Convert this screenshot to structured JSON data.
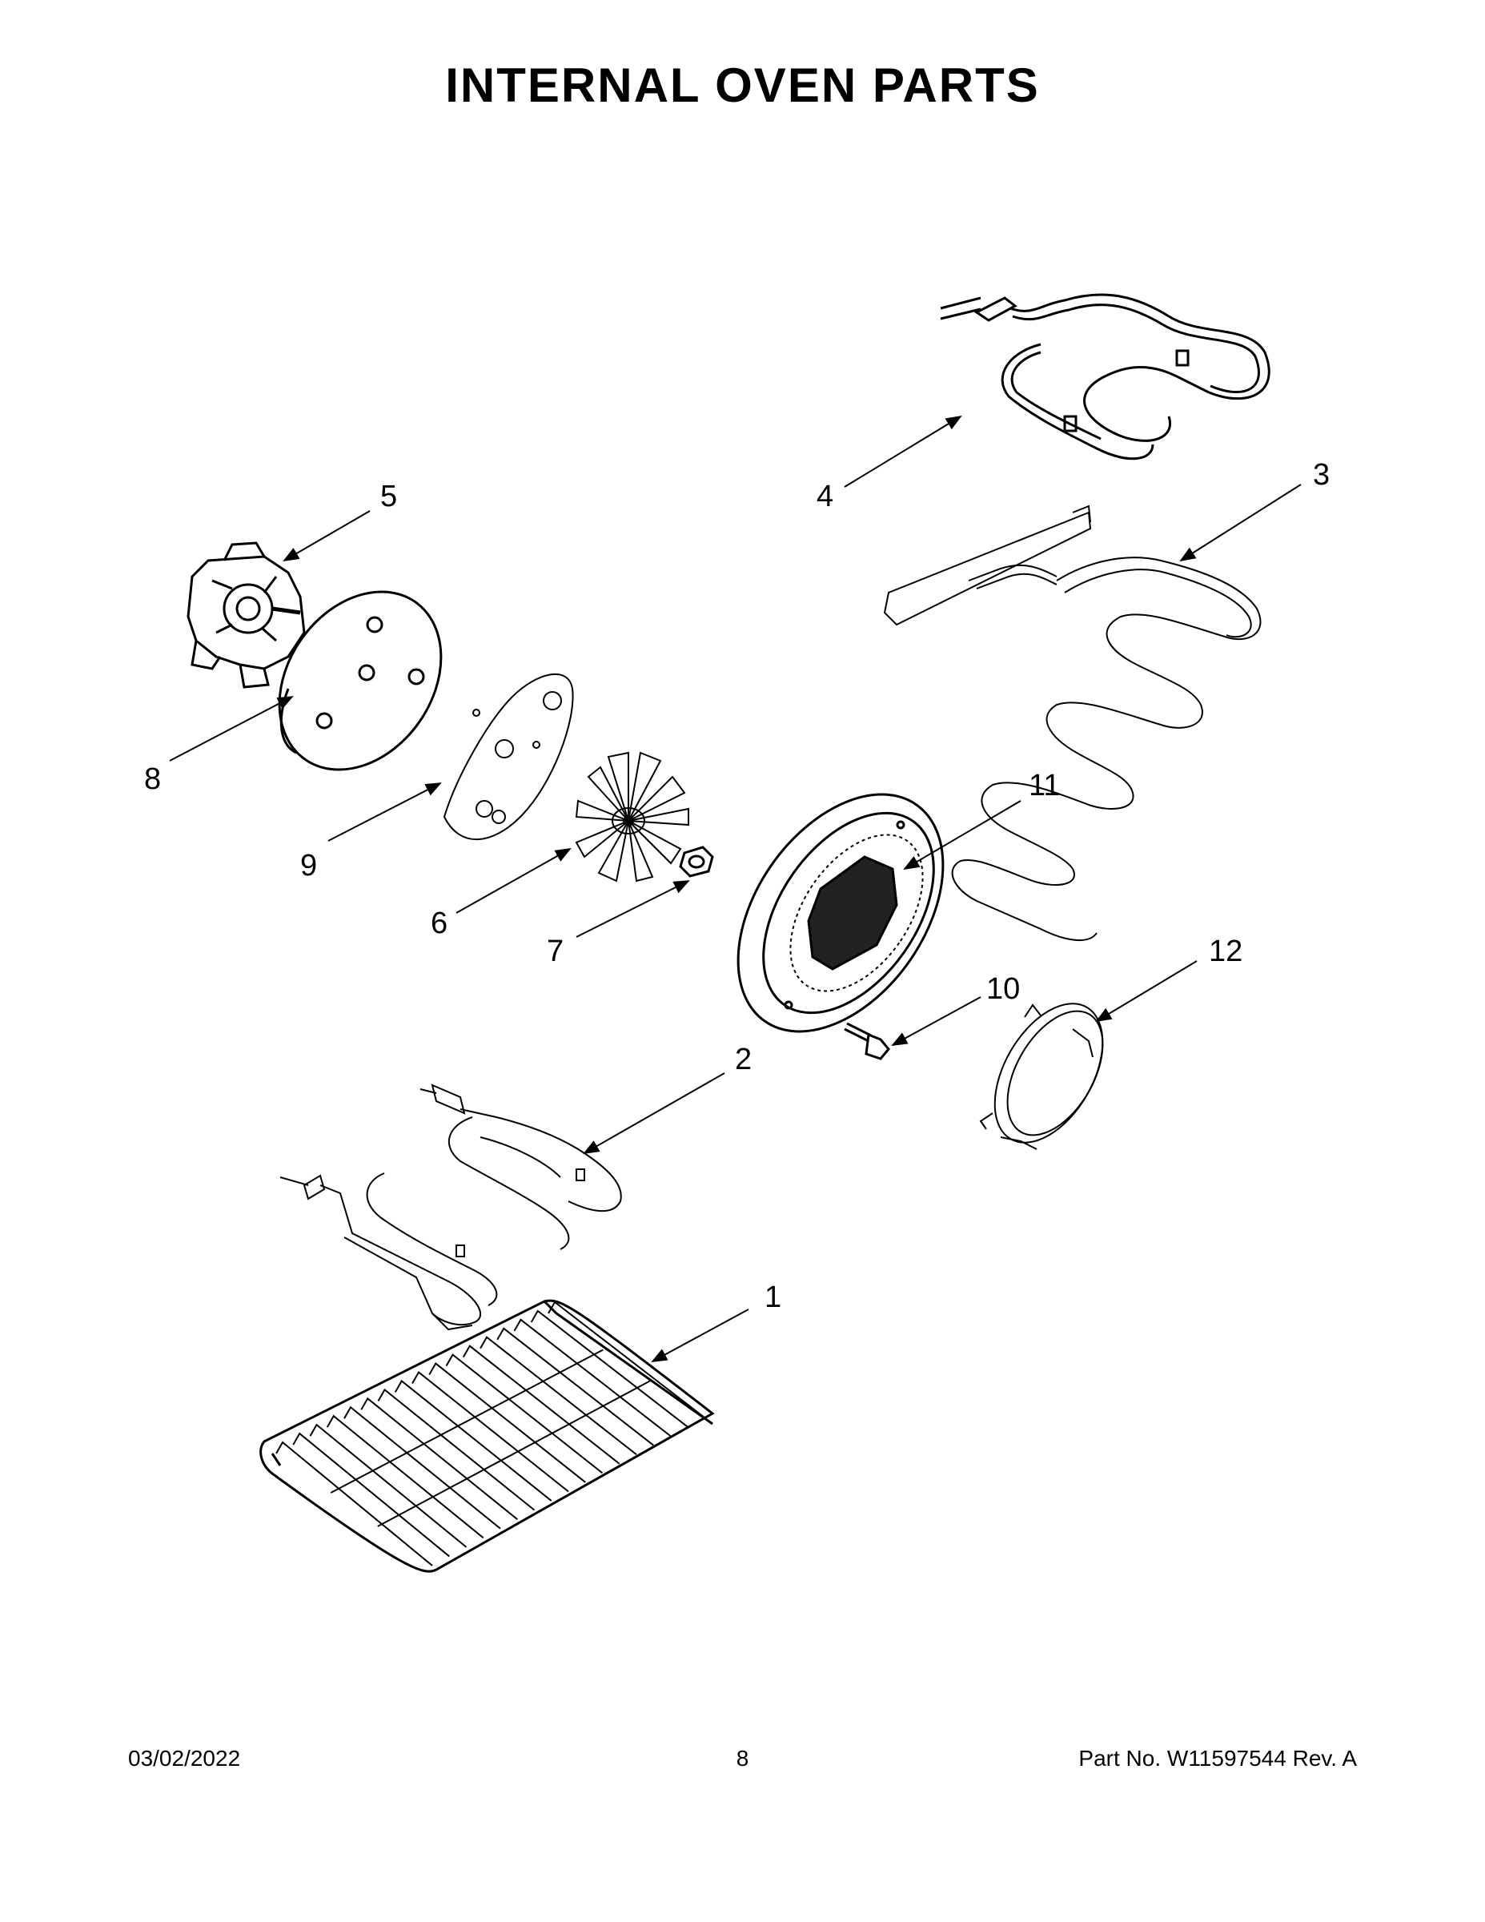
{
  "title": "INTERNAL OVEN PARTS",
  "callouts": [
    "1",
    "2",
    "3",
    "4",
    "5",
    "6",
    "7",
    "8",
    "9",
    "10",
    "11",
    "12"
  ],
  "footer": {
    "date": "03/02/2022",
    "page": "8",
    "part_no": "Part No.  W11597544  Rev.  A"
  }
}
